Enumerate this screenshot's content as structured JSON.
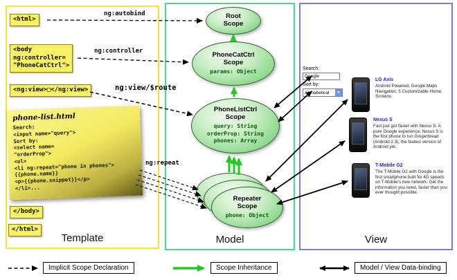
{
  "colors": {
    "template_border": "#f1e73a",
    "model_border": "#3fdd8f",
    "view_border": "#7d7dd8",
    "tag_yellow": "#f7f163",
    "inheritance_green": "#1ecb1e",
    "scope_prop_green": "#0b5e0b",
    "link_blue": "#1f1fce"
  },
  "template_col": {
    "label": "Template",
    "html_open_tag": "<html>",
    "body_open_tag": "<body\nng:controller=\n\"PhoneCatCtrl\">",
    "ng_view_tag": "<ng:view>□</ng:view>",
    "note": {
      "title": "phone-list.html",
      "code": "Search:\n<input name=\"query\">\nSort by:\n<select name=\n\"orderProp\">\n<ul>\n<li ng:repeat=\"phone in phones\">\n{{phone.name}}\n<p>{{phone.snippet}}</p>\n</li>..."
    },
    "body_close_tag": "</body>",
    "html_close_tag": "</html>"
  },
  "model_col": {
    "label": "Model",
    "scopes": {
      "root": {
        "title": "Root\nScope"
      },
      "phonecat": {
        "title": "PhoneCatCtrl\nScope",
        "props": "params: Object"
      },
      "phonelist": {
        "title": "PhoneListCtrl\nScope",
        "props": "query: String\norderProp: String\nphones: Array"
      },
      "repeater": {
        "title": "Repeater\nScope",
        "props": "phone: Object"
      }
    }
  },
  "arrow_labels": {
    "autobind": "ng:autobind",
    "controller": "ng:controller",
    "view_route": "ng:view/$route",
    "repeat": "ng:repeat"
  },
  "view_col": {
    "label": "View",
    "search_label": "Search:",
    "search_value": "Google",
    "sort_label": "Sort by:",
    "sort_value": "Alphabetical",
    "phones": [
      {
        "name": "LG Axis",
        "desc": "Android Powered, Google Maps Navigation, 5 Customizable Home Screens"
      },
      {
        "name": "Nexus S",
        "desc": "Fast just got faster with Nexus S. A pure Google experience, Nexus S is the first phone to run Gingerbread (Android 2.3), the fastest version of Android yet."
      },
      {
        "name": "T-Mobile G2",
        "desc": "The T-Mobile G2 with Google is the first smartphone built for 4G speeds on T-Mobile's new network. Get the information you need, faster than you ever thought possible."
      }
    ]
  },
  "legend": {
    "implicit": "Implicit Scope Declaration",
    "inheritance": "Scope Inheritance",
    "databinding": "Model / View Data-binding"
  }
}
